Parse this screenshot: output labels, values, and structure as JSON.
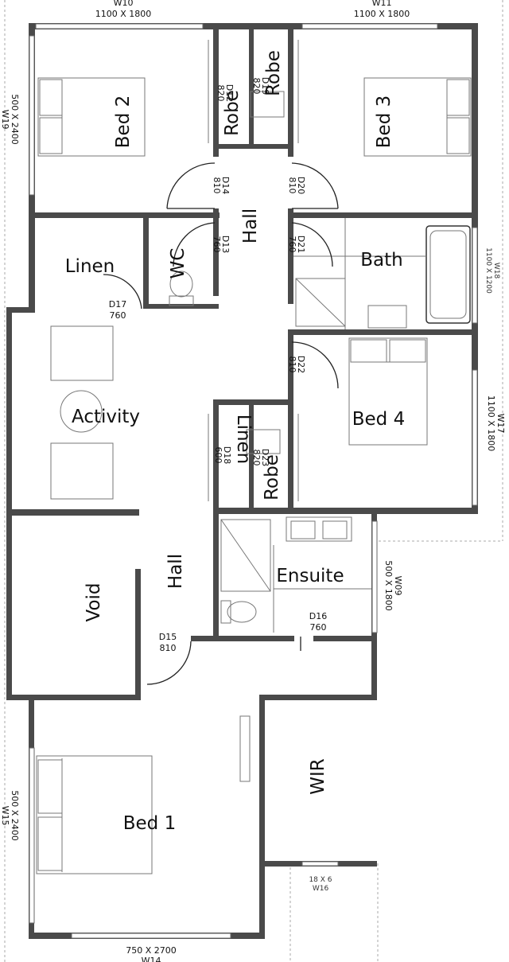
{
  "rooms": {
    "bed2": "Bed 2",
    "bed3": "Bed 3",
    "robe_a": "Robe",
    "robe_b": "Robe",
    "hall_upper": "Hall",
    "linen_upper": "Linen",
    "wc": "WC",
    "bath": "Bath",
    "activity": "Activity",
    "bed4": "Bed 4",
    "linen_mid": "Linen",
    "robe_mid": "Robe",
    "void": "Void",
    "hall_lower": "Hall",
    "ensuite": "Ensuite",
    "bed1": "Bed 1",
    "wir": "WIR"
  },
  "doors": {
    "d12": {
      "id": "D12",
      "size": "820"
    },
    "d19": {
      "id": "D19",
      "size": "820"
    },
    "d14": {
      "id": "D14",
      "size": "810"
    },
    "d20": {
      "id": "D20",
      "size": "810"
    },
    "d13": {
      "id": "D13",
      "size": "760"
    },
    "d21": {
      "id": "D21",
      "size": "760"
    },
    "d17": {
      "id": "D17",
      "size": "760"
    },
    "d22": {
      "id": "D22",
      "size": "810"
    },
    "d18": {
      "id": "D18",
      "size": "600"
    },
    "d23": {
      "id": "D23",
      "size": "820"
    },
    "d15": {
      "id": "D15",
      "size": "810"
    },
    "d16": {
      "id": "D16",
      "size": "760"
    }
  },
  "windows": {
    "w10": {
      "id": "W10",
      "size": "1100 X 1800"
    },
    "w11": {
      "id": "W11",
      "size": "1100 X 1800"
    },
    "w19": {
      "id": "W19",
      "size": "500 X 2400"
    },
    "w18": {
      "id": "W18",
      "size": "1100 X 1200"
    },
    "w17": {
      "id": "W17",
      "size": "1100 X 1800"
    },
    "w09": {
      "id": "W09",
      "size": "500 X 1800"
    },
    "w15": {
      "id": "W15",
      "size": "500 X 2400"
    },
    "w16": {
      "id": "W16",
      "size": "18 X 6"
    },
    "w14": {
      "id": "W14",
      "size": "750 X 2700"
    }
  }
}
